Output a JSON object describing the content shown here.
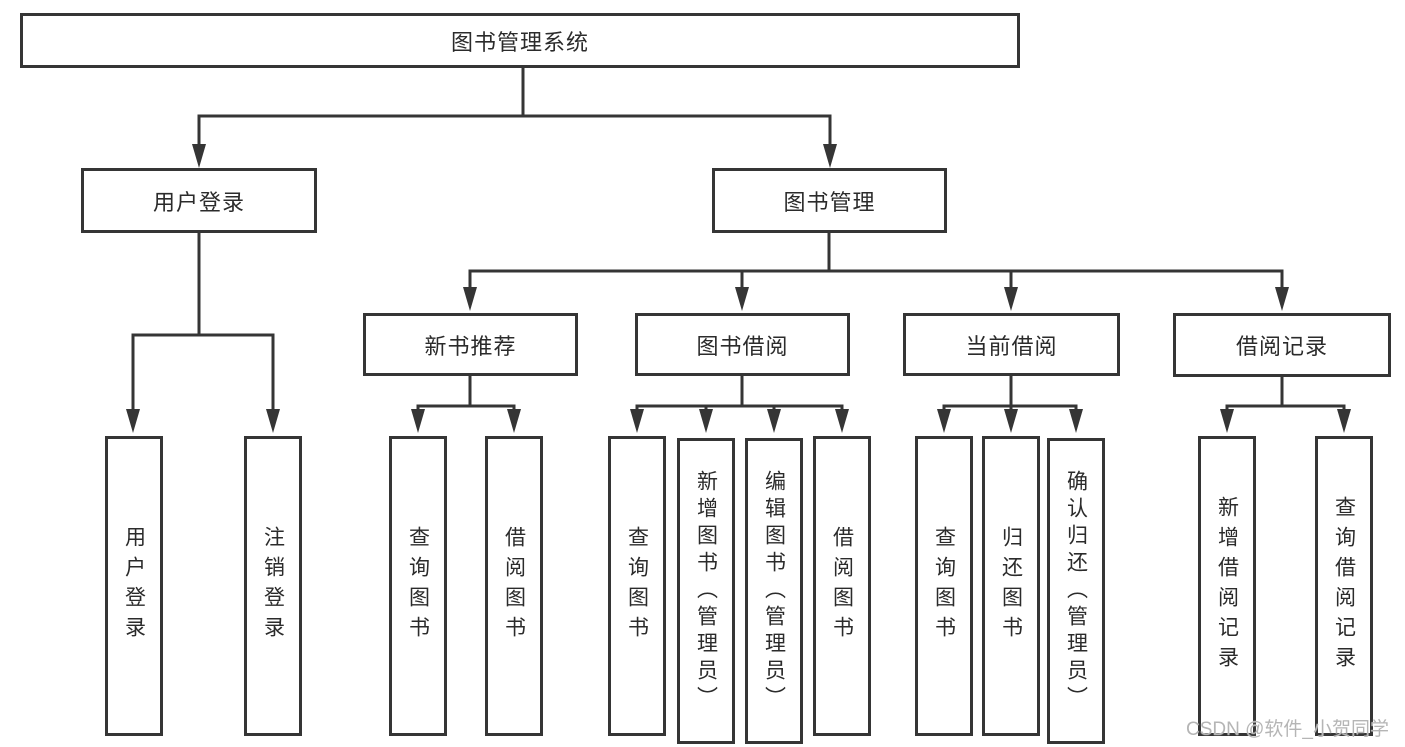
{
  "tree": {
    "label": "图书管理系统",
    "children": [
      {
        "label": "用户登录",
        "children": [
          {
            "label": "用户登录"
          },
          {
            "label": "注销登录"
          }
        ]
      },
      {
        "label": "图书管理",
        "children": [
          {
            "label": "新书推荐",
            "children": [
              {
                "label": "查询图书"
              },
              {
                "label": "借阅图书"
              }
            ]
          },
          {
            "label": "图书借阅",
            "children": [
              {
                "label": "查询图书"
              },
              {
                "label": "新增图书（管理员）"
              },
              {
                "label": "编辑图书（管理员）"
              },
              {
                "label": "借阅图书"
              }
            ]
          },
          {
            "label": "当前借阅",
            "children": [
              {
                "label": "查询图书"
              },
              {
                "label": "归还图书"
              },
              {
                "label": "确认归还（管理员）"
              }
            ]
          },
          {
            "label": "借阅记录",
            "children": [
              {
                "label": "新增借阅记录"
              },
              {
                "label": "查询借阅记录"
              }
            ]
          }
        ]
      }
    ]
  },
  "watermark": {
    "text": "CSDN @软件_小贺同学"
  },
  "colors": {
    "line": "#353535",
    "text": "#2b2b2b",
    "background": "#ffffff",
    "watermark": "#b5b5b5"
  }
}
